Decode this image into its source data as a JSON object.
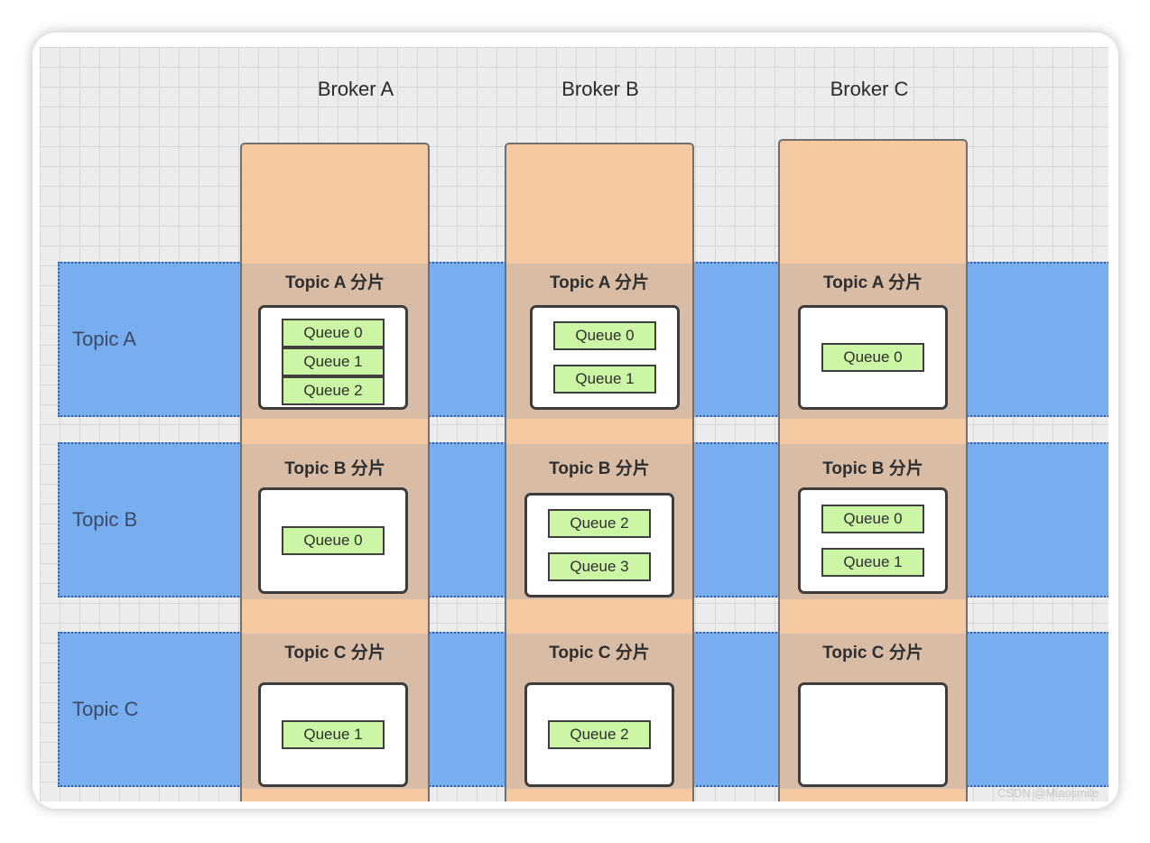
{
  "brokers": [
    {
      "name": "Broker A",
      "slices": [
        {
          "label": "Topic A 分片",
          "queues": [
            "Queue 0",
            "Queue 1",
            "Queue 2"
          ]
        },
        {
          "label": "Topic B 分片",
          "queues": [
            "Queue 0"
          ]
        },
        {
          "label": "Topic C 分片",
          "queues": [
            "Queue 1"
          ]
        }
      ]
    },
    {
      "name": "Broker B",
      "slices": [
        {
          "label": "Topic A 分片",
          "queues": [
            "Queue 0",
            "Queue 1"
          ]
        },
        {
          "label": "Topic B 分片",
          "queues": [
            "Queue 2",
            "Queue 3"
          ]
        },
        {
          "label": "Topic C 分片",
          "queues": [
            "Queue 2"
          ]
        }
      ]
    },
    {
      "name": "Broker C",
      "slices": [
        {
          "label": "Topic A 分片",
          "queues": [
            "Queue 0"
          ]
        },
        {
          "label": "Topic B 分片",
          "queues": [
            "Queue 0",
            "Queue 1"
          ]
        },
        {
          "label": "Topic C 分片",
          "queues": []
        }
      ]
    }
  ],
  "topics": [
    "Topic A",
    "Topic B",
    "Topic C"
  ],
  "watermark": "CSDN @Miaosmile",
  "colors": {
    "topic_band": "#78aef0",
    "broker_column": "#f4c9a1",
    "slice_area": "#d8bca6",
    "queue_fill": "#ccf5a6",
    "grid_background": "#ececec"
  }
}
